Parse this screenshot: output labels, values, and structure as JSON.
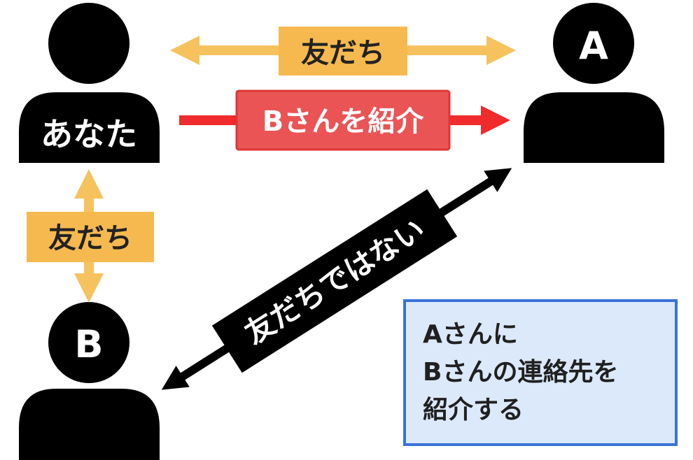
{
  "people": {
    "you": "あなた",
    "a": "A",
    "b": "B"
  },
  "links": {
    "you_a": "友だち",
    "introduce": "Bさんを紹介",
    "you_b": "友だち",
    "a_b": "友だちではない"
  },
  "note": {
    "lines": [
      "Aさんに",
      "Bさんの連絡先を",
      "紹介する"
    ]
  },
  "colors": {
    "person": "#000000",
    "friend_arrow": "#f6c25e",
    "friend_label_bg": "#f6b94f",
    "introduce_arrow": "#ef2b2b",
    "introduce_label_bg": "#ea5455",
    "not_friend": "#000000",
    "note_bg": "#dce9fb",
    "note_border": "#3a73d9"
  }
}
